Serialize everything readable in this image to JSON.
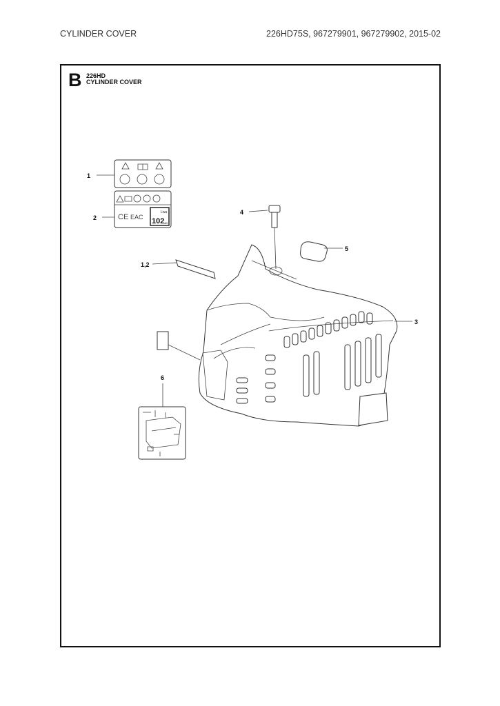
{
  "header": {
    "title": "CYLINDER COVER",
    "models": "226HD75S, 967279901, 967279902, 2015-02"
  },
  "section": {
    "letter": "B",
    "model": "226HD",
    "title": "CYLINDER COVER"
  },
  "callouts": [
    "1",
    "2",
    "1,2",
    "3",
    "4",
    "5",
    "6"
  ],
  "decal": {
    "ce": "CE",
    "eac": "EAC",
    "lwa": "Lwa",
    "db": "102",
    "unit": "dB"
  }
}
